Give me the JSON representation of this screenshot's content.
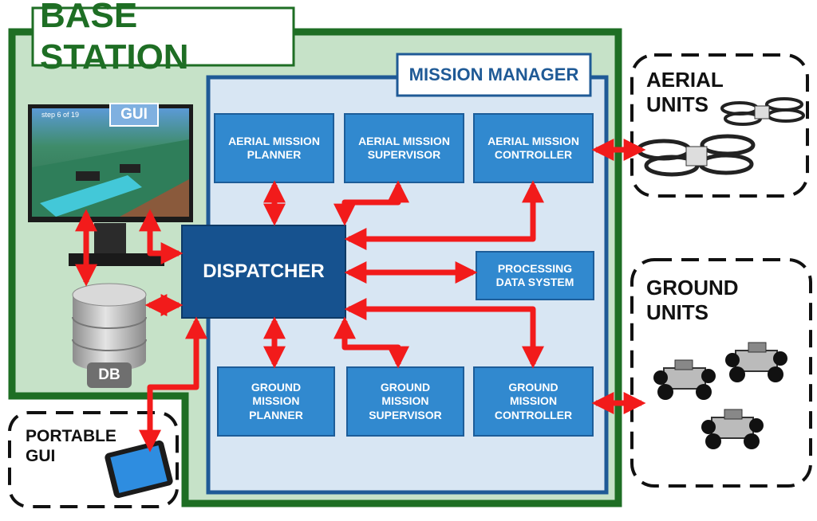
{
  "title": "BASE STATION",
  "mission_manager_label": "MISSION MANAGER",
  "gui_label": "GUI",
  "gui_screen_text": "step 6 of 19",
  "db_label": "DB",
  "dispatcher_label": "DISPATCHER",
  "blocks": {
    "aerial_planner": "AERIAL MISSION\nPLANNER",
    "aerial_supervisor": "AERIAL MISSION\nSUPERVISOR",
    "aerial_controller": "AERIAL MISSION\nCONTROLLER",
    "processing": "PROCESSING\nDATA SYSTEM",
    "ground_planner": "GROUND\nMISSION\nPLANNER",
    "ground_supervisor": "GROUND\nMISSION\nSUPERVISOR",
    "ground_controller": "GROUND\nMISSION\nCONTROLLER"
  },
  "external": {
    "aerial_units": "AERIAL\nUNITS",
    "ground_units": "GROUND\nUNITS",
    "portable_gui": "PORTABLE\nGUI"
  },
  "colors": {
    "base_border": "#1e6e24",
    "base_fill": "#c6e2c8",
    "manager_border": "#1f5a96",
    "manager_fill": "#d8e6f3",
    "block_fill": "#3189cf",
    "dispatcher_fill": "#16528f",
    "arrow": "#f21b1b"
  }
}
